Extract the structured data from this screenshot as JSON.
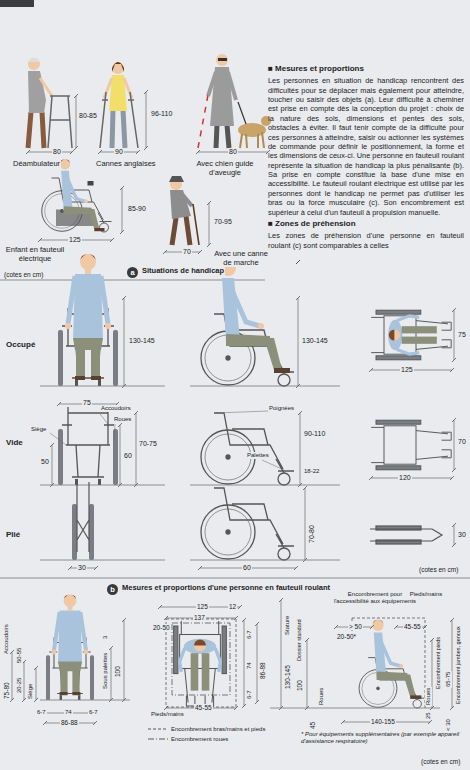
{
  "diagram": {
    "labels": [
      "■ Mesures et proportions",
      "Les personnes en situation de handicap rencontrent des difficultés pour se déplacer mais également pour atteindre, toucher ou saisir des objets (a). Leur difficulté à cheminer est prise en compte dès la conception du projet : choix de la nature des sols, dimensions et pentes des sols, obstacles à éviter. Il faut tenir compte de la difficulté pour ces personnes à atteindre, saisir ou actionner les systèmes de commande pour définir le positionnement, la forme et les dimensions de ceux-ci. Une personne en fauteuil roulant représente la situation de handicap la plus pénalisante (b). Sa prise en compte constitue la base d'une mise en accessibilité. Le fauteuil roulant électrique est utilisé par les personnes dont le handicap ne permet pas d'utiliser les bras ou la force musculaire (c). Son encombrement est supérieur à celui d'un fauteuil à propulsion manuelle.",
      "■ Zones de préhension",
      "Les zones de préhension d'une personne en fauteuil roulant (c) sont comparables à celles",
      "80-85",
      "80",
      "Déambulateur",
      "96-110",
      "90",
      "Cannes anglaises",
      "80",
      "Avec chien guide d'aveugle",
      "85-90",
      "125",
      "Enfant en fauteuil électrique",
      "70-95",
      "70",
      "Avec une canne de marche",
      "(cotes en cm)",
      "a",
      "Situations de handicap",
      "Occupé",
      "130-145",
      "130-145",
      "75",
      "125",
      "Vide",
      "75",
      "Accoudoirs",
      "Roues",
      "Siège",
      "50",
      "60",
      "70-75",
      "Poignées",
      "90-110",
      "Palettes",
      "18-22",
      "70",
      "120",
      "Plié",
      "30",
      "60",
      "70-80",
      "30",
      "(cotes en cm)",
      "b",
      "Mesures et proportions d'une personne en fauteuil roulant",
      "Accoudoirs",
      "75-80",
      "50-55",
      "20-25",
      "Siège",
      "3",
      "Sous palettes",
      "100",
      "6-7",
      "74",
      "6-7",
      "86-88",
      "125",
      "12",
      "137",
      "20-50",
      "6-7",
      "74",
      "6-7",
      "86-88",
      "Pieds/mains",
      "45-55",
      "Stature",
      "130-145",
      "Dossier standard",
      "100",
      "45",
      "Roues",
      "Encombrement pour l'accessibilité aux équipements",
      "> 50",
      "Pieds/mains",
      "45-55",
      "20-50*",
      "25",
      "Roues",
      "65-75",
      "Encombrement pieds",
      "Encombrement jambes, genoux",
      "< 30",
      "140-155",
      "* Pour équipements supplémentaires (par exemple appareil d'assistance respiratoire)",
      "(cotes en cm)"
    ],
    "legend": [
      {
        "text": "Encombrement bras/mains et pieds"
      },
      {
        "text": "Encombrement roues"
      }
    ]
  }
}
